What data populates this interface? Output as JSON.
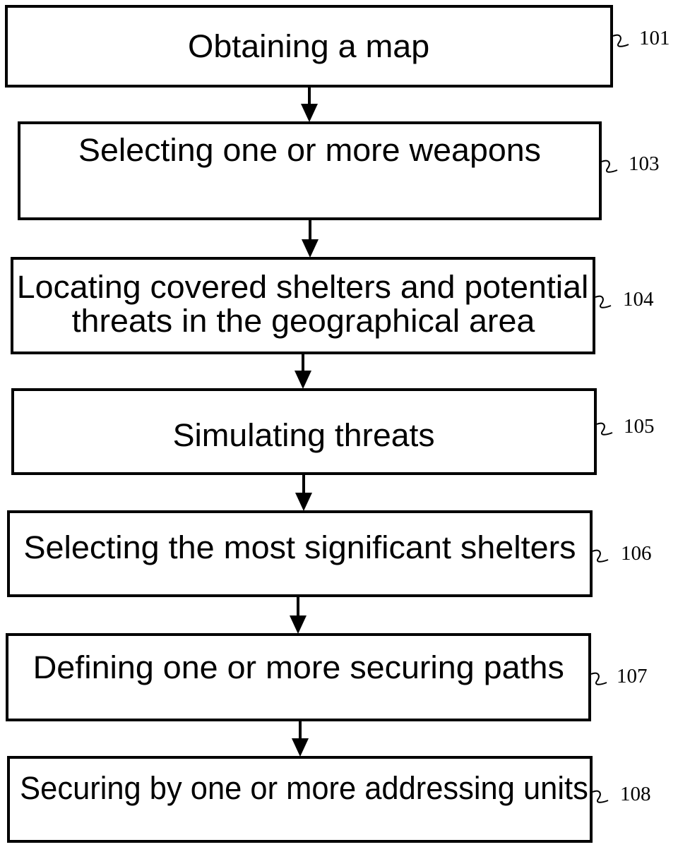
{
  "diagram": {
    "type": "flowchart",
    "direction": "top-to-bottom",
    "colors": {
      "stroke": "#000000",
      "background": "#ffffff",
      "text": "#000000"
    },
    "steps": [
      {
        "id": "101",
        "label": "Obtaining a map",
        "lines": [
          "Obtaining a map"
        ]
      },
      {
        "id": "103",
        "label": "Selecting one or more weapons",
        "lines": [
          "Selecting one or more weapons"
        ]
      },
      {
        "id": "104",
        "label": "Locating covered shelters and potential threats in the geographical area",
        "lines": [
          "Locating covered shelters and potential",
          "threats in the geographical area"
        ]
      },
      {
        "id": "105",
        "label": "Simulating threats",
        "lines": [
          "Simulating threats"
        ]
      },
      {
        "id": "106",
        "label": "Selecting the most significant shelters",
        "lines": [
          "Selecting the most significant shelters"
        ]
      },
      {
        "id": "107",
        "label": "Defining one or more securing paths",
        "lines": [
          "Defining one or more securing paths"
        ]
      },
      {
        "id": "108",
        "label": "Securing by one or more addressing units",
        "lines": [
          "Securing by one or more addressing units"
        ]
      }
    ],
    "edges": [
      {
        "from": "101",
        "to": "103"
      },
      {
        "from": "103",
        "to": "104"
      },
      {
        "from": "104",
        "to": "105"
      },
      {
        "from": "105",
        "to": "106"
      },
      {
        "from": "106",
        "to": "107"
      },
      {
        "from": "107",
        "to": "108"
      }
    ]
  }
}
